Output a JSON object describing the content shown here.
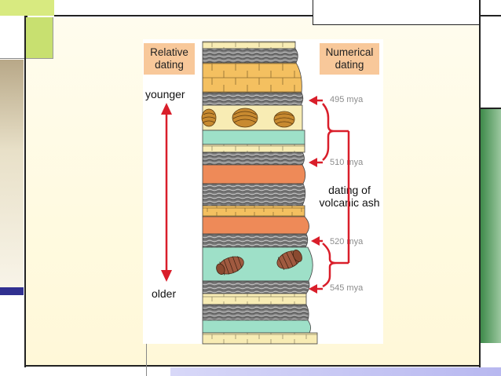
{
  "diagram": {
    "relative_dating_label": "Relative\ndating",
    "numerical_dating_label": "Numerical\ndating",
    "younger_label": "younger",
    "older_label": "older",
    "ages": [
      "495 mya",
      "510 mya",
      "520 mya",
      "545 mya"
    ],
    "volcanic_ash_label": "dating of\nvolcanic ash"
  },
  "colors": {
    "arrow_red": "#d91e2a",
    "label_bg": "#f8c89a",
    "sandstone": "#f4c060",
    "limestone": "#f8ecb4",
    "shale": "#6a6a6a",
    "volcanic_ash": "#ee8a58",
    "fossil_layer": "#9ee0c8"
  }
}
